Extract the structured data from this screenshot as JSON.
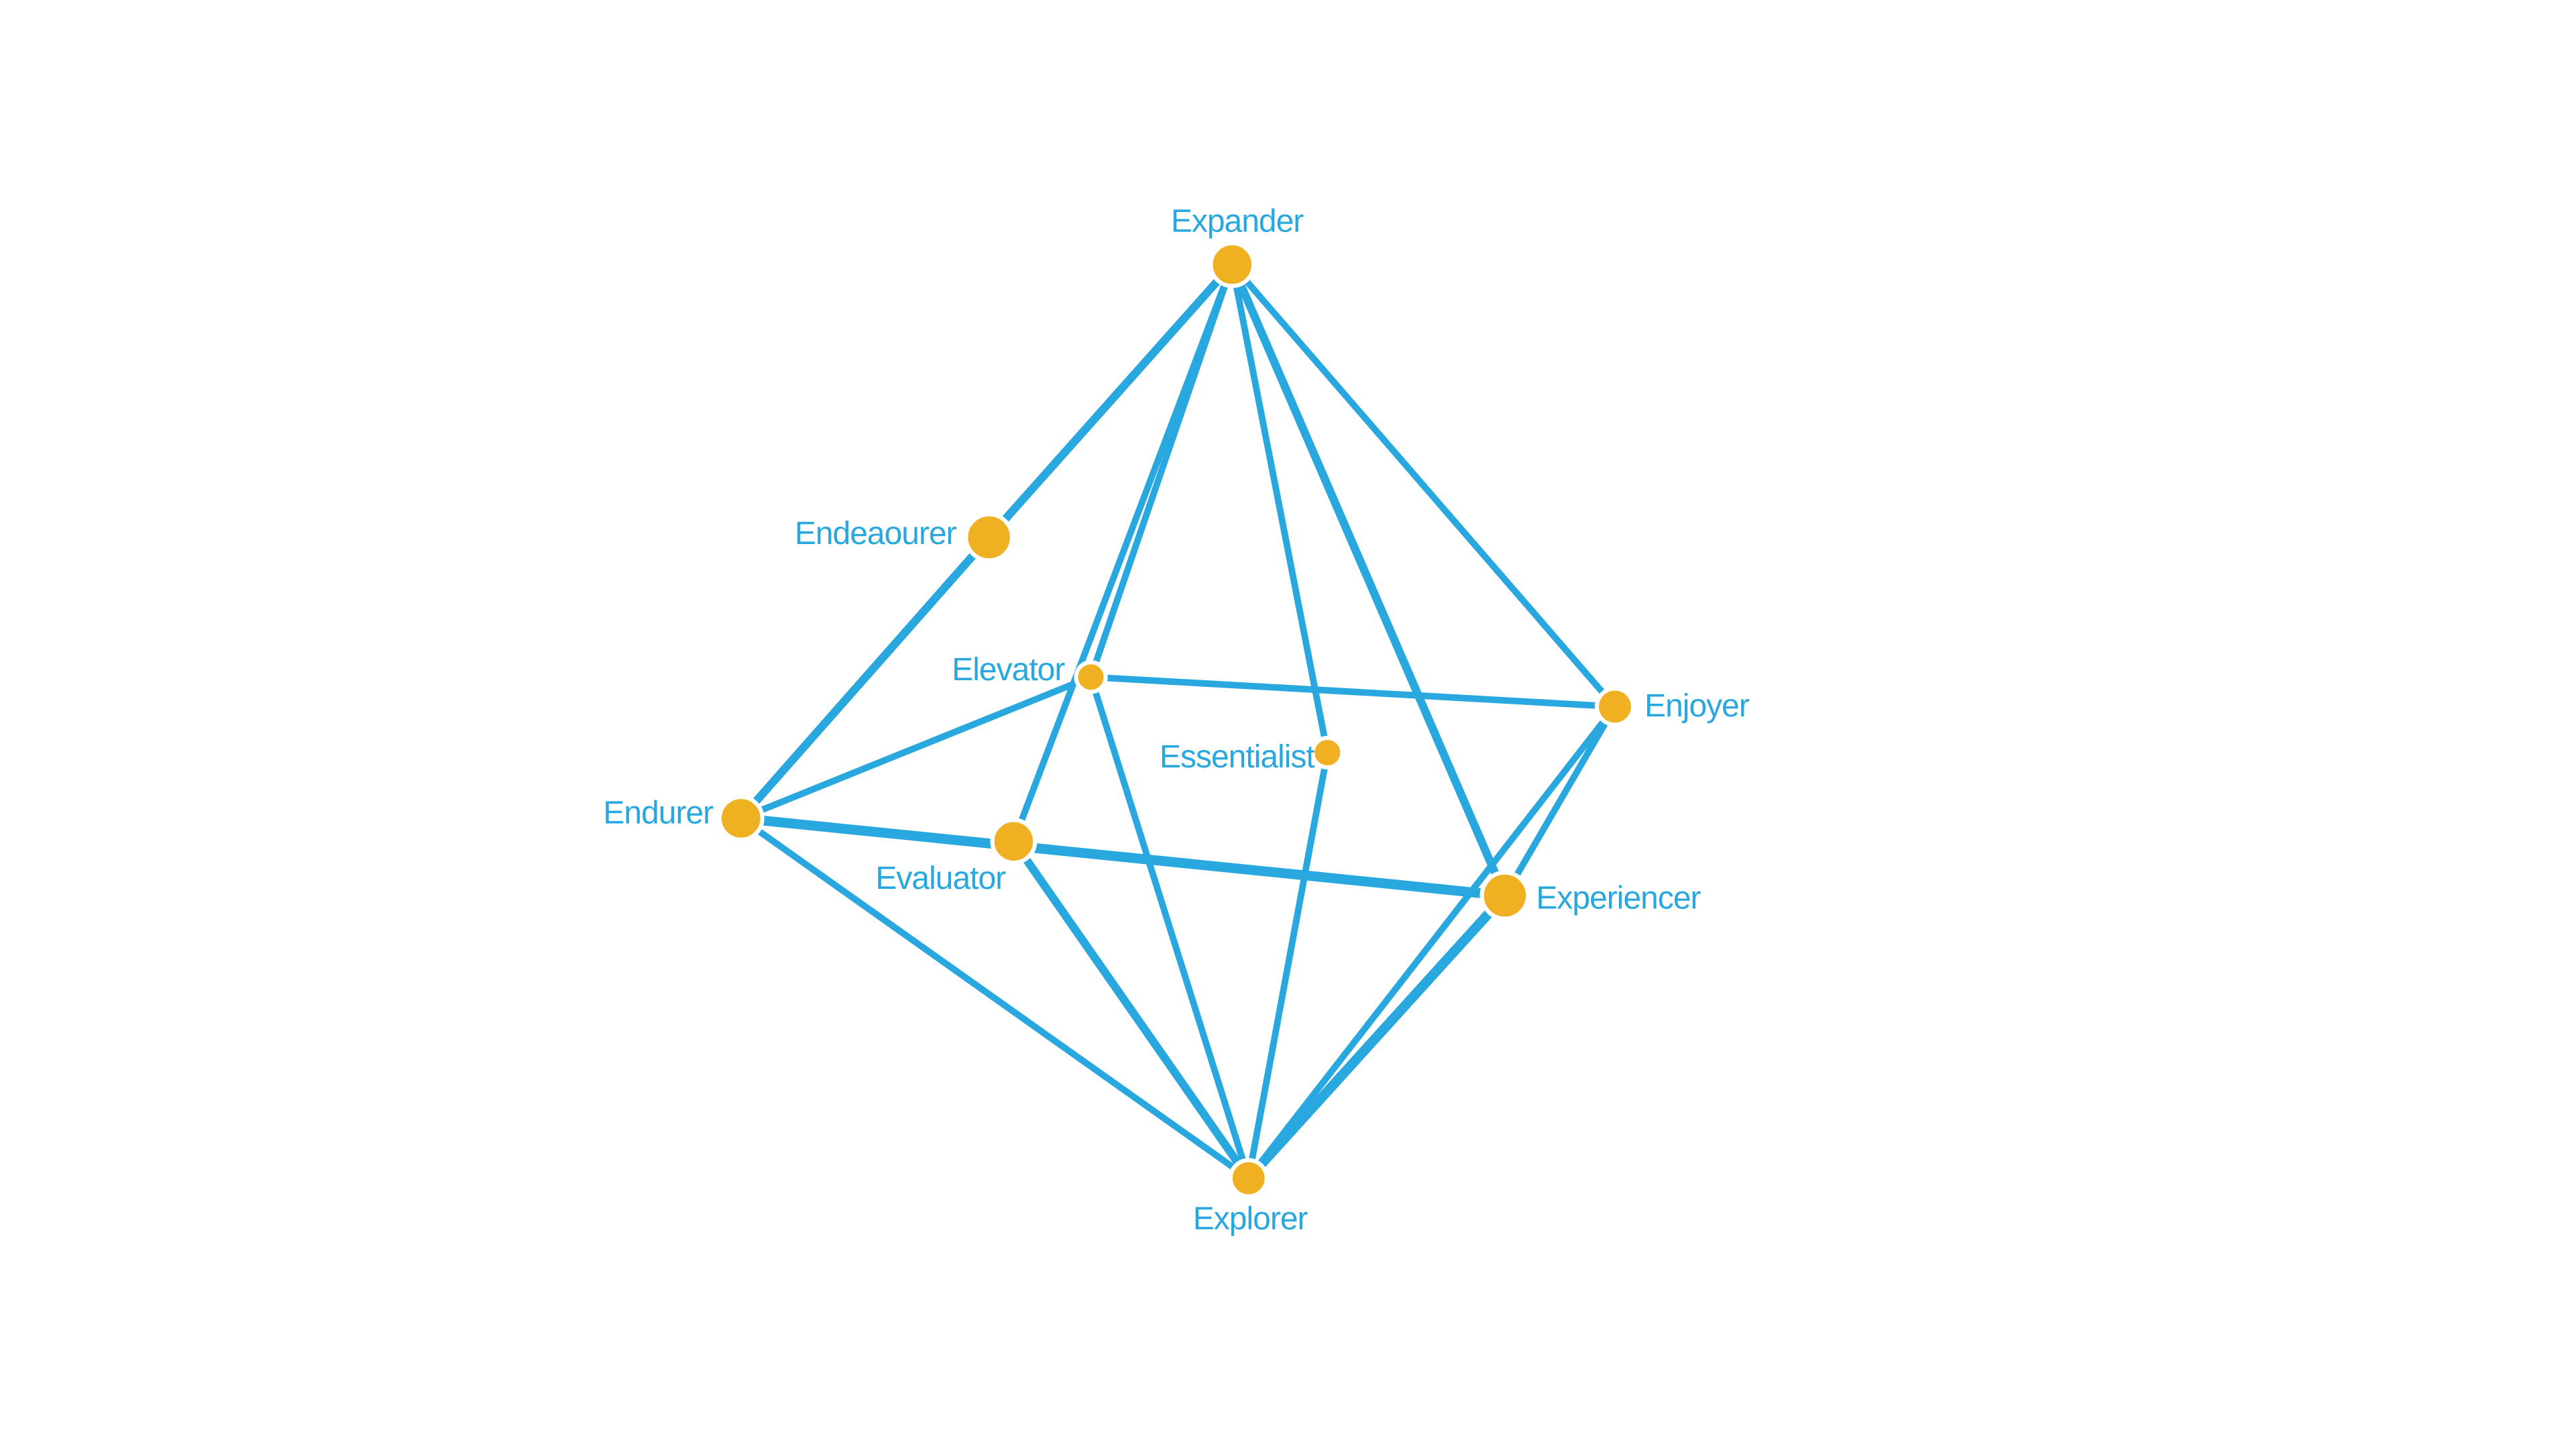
{
  "colors": {
    "background": "#ffffff",
    "edge": "#29A8DF",
    "node_fill": "#EFB121",
    "node_stroke": "#ffffff",
    "label": "#29A8DF"
  },
  "nodes": [
    {
      "id": "expander",
      "label": "Expander"
    },
    {
      "id": "endeaourer",
      "label": "Endeaourer"
    },
    {
      "id": "elevator",
      "label": "Elevator"
    },
    {
      "id": "essentialist",
      "label": "Essentialist"
    },
    {
      "id": "enjoyer",
      "label": "Enjoyer"
    },
    {
      "id": "endurer",
      "label": "Endurer"
    },
    {
      "id": "evaluator",
      "label": "Evaluator"
    },
    {
      "id": "experiencer",
      "label": "Experiencer"
    },
    {
      "id": "explorer",
      "label": "Explorer"
    }
  ],
  "edges": [
    {
      "source": "expander",
      "target": "endeaourer"
    },
    {
      "source": "endeaourer",
      "target": "endurer"
    },
    {
      "source": "expander",
      "target": "elevator"
    },
    {
      "source": "expander",
      "target": "evaluator"
    },
    {
      "source": "expander",
      "target": "essentialist"
    },
    {
      "source": "expander",
      "target": "experiencer"
    },
    {
      "source": "expander",
      "target": "enjoyer"
    },
    {
      "source": "elevator",
      "target": "endurer"
    },
    {
      "source": "elevator",
      "target": "enjoyer"
    },
    {
      "source": "elevator",
      "target": "explorer"
    },
    {
      "source": "endurer",
      "target": "experiencer"
    },
    {
      "source": "endurer",
      "target": "explorer"
    },
    {
      "source": "evaluator",
      "target": "explorer"
    },
    {
      "source": "essentialist",
      "target": "explorer"
    },
    {
      "source": "enjoyer",
      "target": "experiencer"
    },
    {
      "source": "enjoyer",
      "target": "explorer"
    },
    {
      "source": "experiencer",
      "target": "explorer"
    }
  ]
}
